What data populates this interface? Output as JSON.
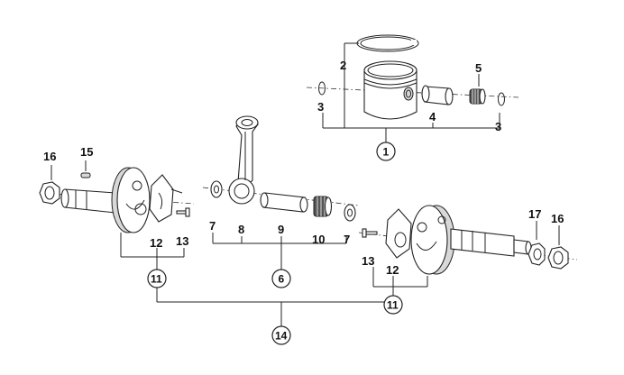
{
  "labels": {
    "n1": "1",
    "n2": "2",
    "n3a": "3",
    "n3b": "3",
    "n4": "4",
    "n5": "5",
    "n6": "6",
    "n7a": "7",
    "n7b": "7",
    "n8": "8",
    "n9": "9",
    "n10": "10",
    "n11a": "11",
    "n11b": "11",
    "n12a": "12",
    "n12b": "12",
    "n13a": "13",
    "n13b": "13",
    "n14": "14",
    "n15": "15",
    "n16a": "16",
    "n16b": "16",
    "n17": "17"
  }
}
